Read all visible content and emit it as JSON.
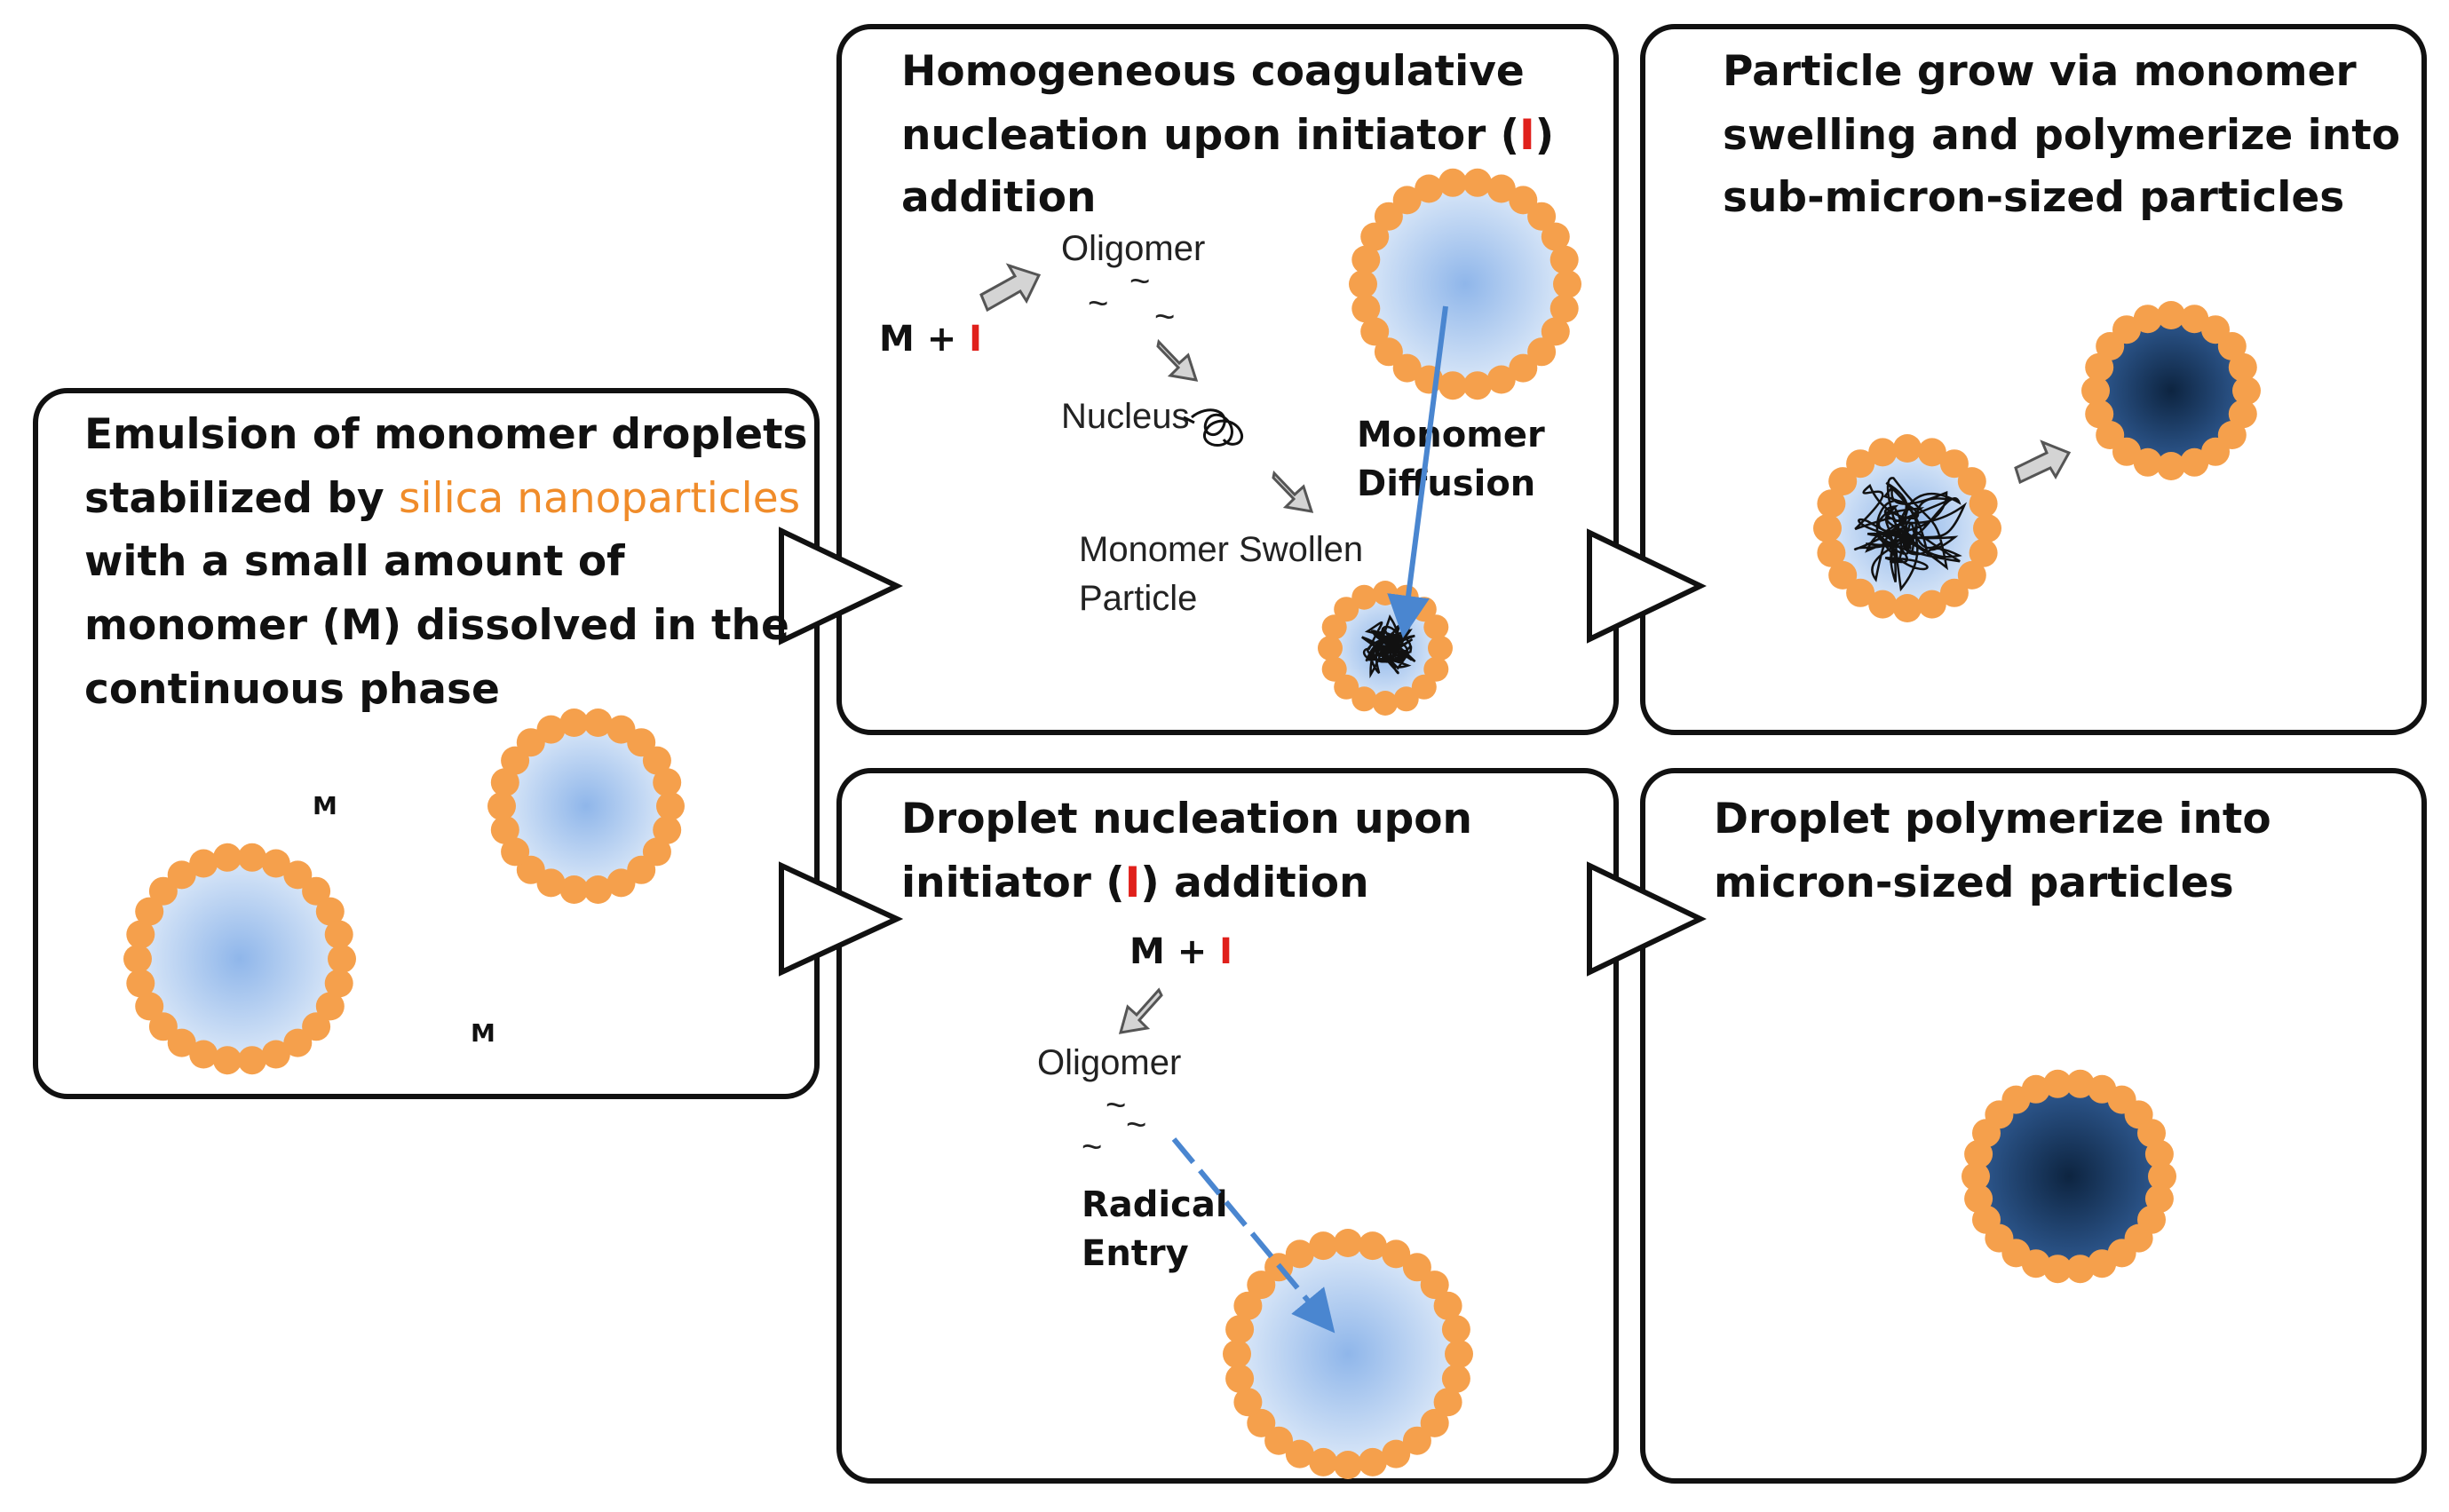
{
  "panels": {
    "emulsion": {
      "title_l1": "Emulsion of monomer droplets",
      "title_l2a": "stabilized by ",
      "title_l2b": "silica nanoparticles",
      "title_l3": "with a small amount of",
      "title_l4": "monomer (M) dissolved in the",
      "title_l5": "continuous phase",
      "m1": "M",
      "m2": "M"
    },
    "homogeneous": {
      "title_l1": "Homogeneous coagulative",
      "title_l2a": "nucleation upon initiator (",
      "title_l2b": "I",
      "title_l2c": ")",
      "title_l3": "addition",
      "reactant_m": "M + ",
      "reactant_i": "I",
      "oligomer": "Oligomer",
      "tilde": "~",
      "nucleus": "Nucleus",
      "swollen_l1": "Monomer Swollen",
      "swollen_l2": "Particle",
      "diffusion_l1": "Monomer",
      "diffusion_l2": "Diffusion"
    },
    "grow": {
      "title_l1": "Particle grow via monomer",
      "title_l2": "swelling and polymerize into",
      "title_l3": "sub-micron-sized particles"
    },
    "droplet_nucleation": {
      "title_l1": "Droplet nucleation  upon",
      "title_l2a": "initiator (",
      "title_l2b": "I",
      "title_l2c": ") addition",
      "reactant_m": "M + ",
      "reactant_i": "I",
      "oligomer": "Oligomer",
      "tilde": "~",
      "radical_l1": "Radical",
      "radical_l2": "Entry"
    },
    "droplet_polymerize": {
      "title_l1": "Droplet polymerize into",
      "title_l2": "micron-sized particles"
    }
  },
  "colors": {
    "silica": "#f5a04c",
    "droplet_center": "#8fb6ea",
    "droplet_edge": "#dbe8f8",
    "polymer_center": "#0d2440",
    "polymer_edge": "#2f5a92",
    "arrow_blue": "#4a86d0",
    "red_initiator": "#e0201b",
    "orange_text": "#f08c2a"
  }
}
